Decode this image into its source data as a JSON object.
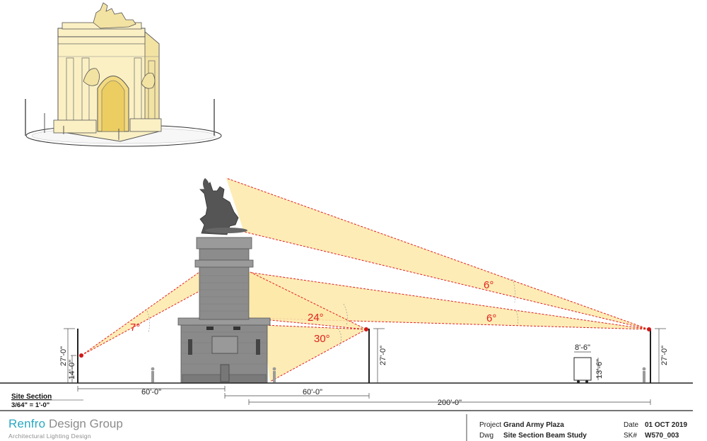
{
  "section": {
    "title": "Site Section",
    "scale": "3/64\" = 1'-0\""
  },
  "dimensions": {
    "left_pole_height": "27'-0\"",
    "left_light_height": "14'-0\"",
    "mid_pole_height": "27'-0\"",
    "right_pole_height": "27'-0\"",
    "truck_width": "8'-6\"",
    "truck_height": "13'-6\"",
    "left_distance": "60'-0\"",
    "mid_distance": "60'-0\"",
    "right_distance": "200'-0\""
  },
  "angles": {
    "left_beam": "7°",
    "upper_beam_top": "6°",
    "upper_beam_lower": "6°",
    "mid_upper": "24°",
    "mid_lower": "30°"
  },
  "title_block": {
    "project_label": "Project",
    "project_value": "Grand Army Plaza",
    "dwg_label": "Dwg",
    "dwg_value": "Site Section Beam Study",
    "date_label": "Date",
    "date_value": "01 OCT 2019",
    "sk_label": "SK#",
    "sk_value": "W570_003"
  },
  "brand": {
    "name_part1": "Renfro",
    "name_part2": " Design Group",
    "tagline": "Architectural Lighting Design"
  },
  "colors": {
    "beam_fill": "#fde9a8",
    "beam_line": "#e02020",
    "monument": "#8a8a8a",
    "arch_fill": "#fbf0c4"
  }
}
